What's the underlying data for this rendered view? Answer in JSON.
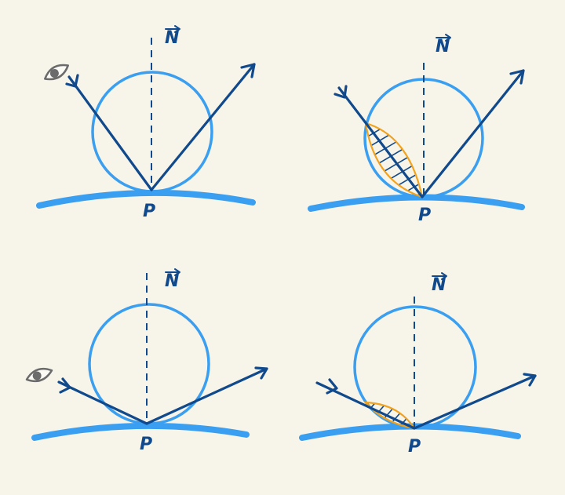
{
  "labels": {
    "normal": "N",
    "point": "P"
  },
  "colors": {
    "background": "#f7f4ea",
    "surface": "#3a9ff0",
    "sphere": "#3a9ff0",
    "ray": "#10498c",
    "label": "#10498c",
    "hatch": "#f2a21c",
    "eye": "#6b6b6b"
  },
  "panels": [
    {
      "id": "top-left",
      "has_eye": true,
      "has_hatch": false,
      "incidence": "steep"
    },
    {
      "id": "top-right",
      "has_eye": false,
      "has_hatch": true,
      "incidence": "steep"
    },
    {
      "id": "bottom-left",
      "has_eye": true,
      "has_hatch": false,
      "incidence": "grazing"
    },
    {
      "id": "bottom-right",
      "has_eye": false,
      "has_hatch": true,
      "incidence": "grazing"
    }
  ]
}
